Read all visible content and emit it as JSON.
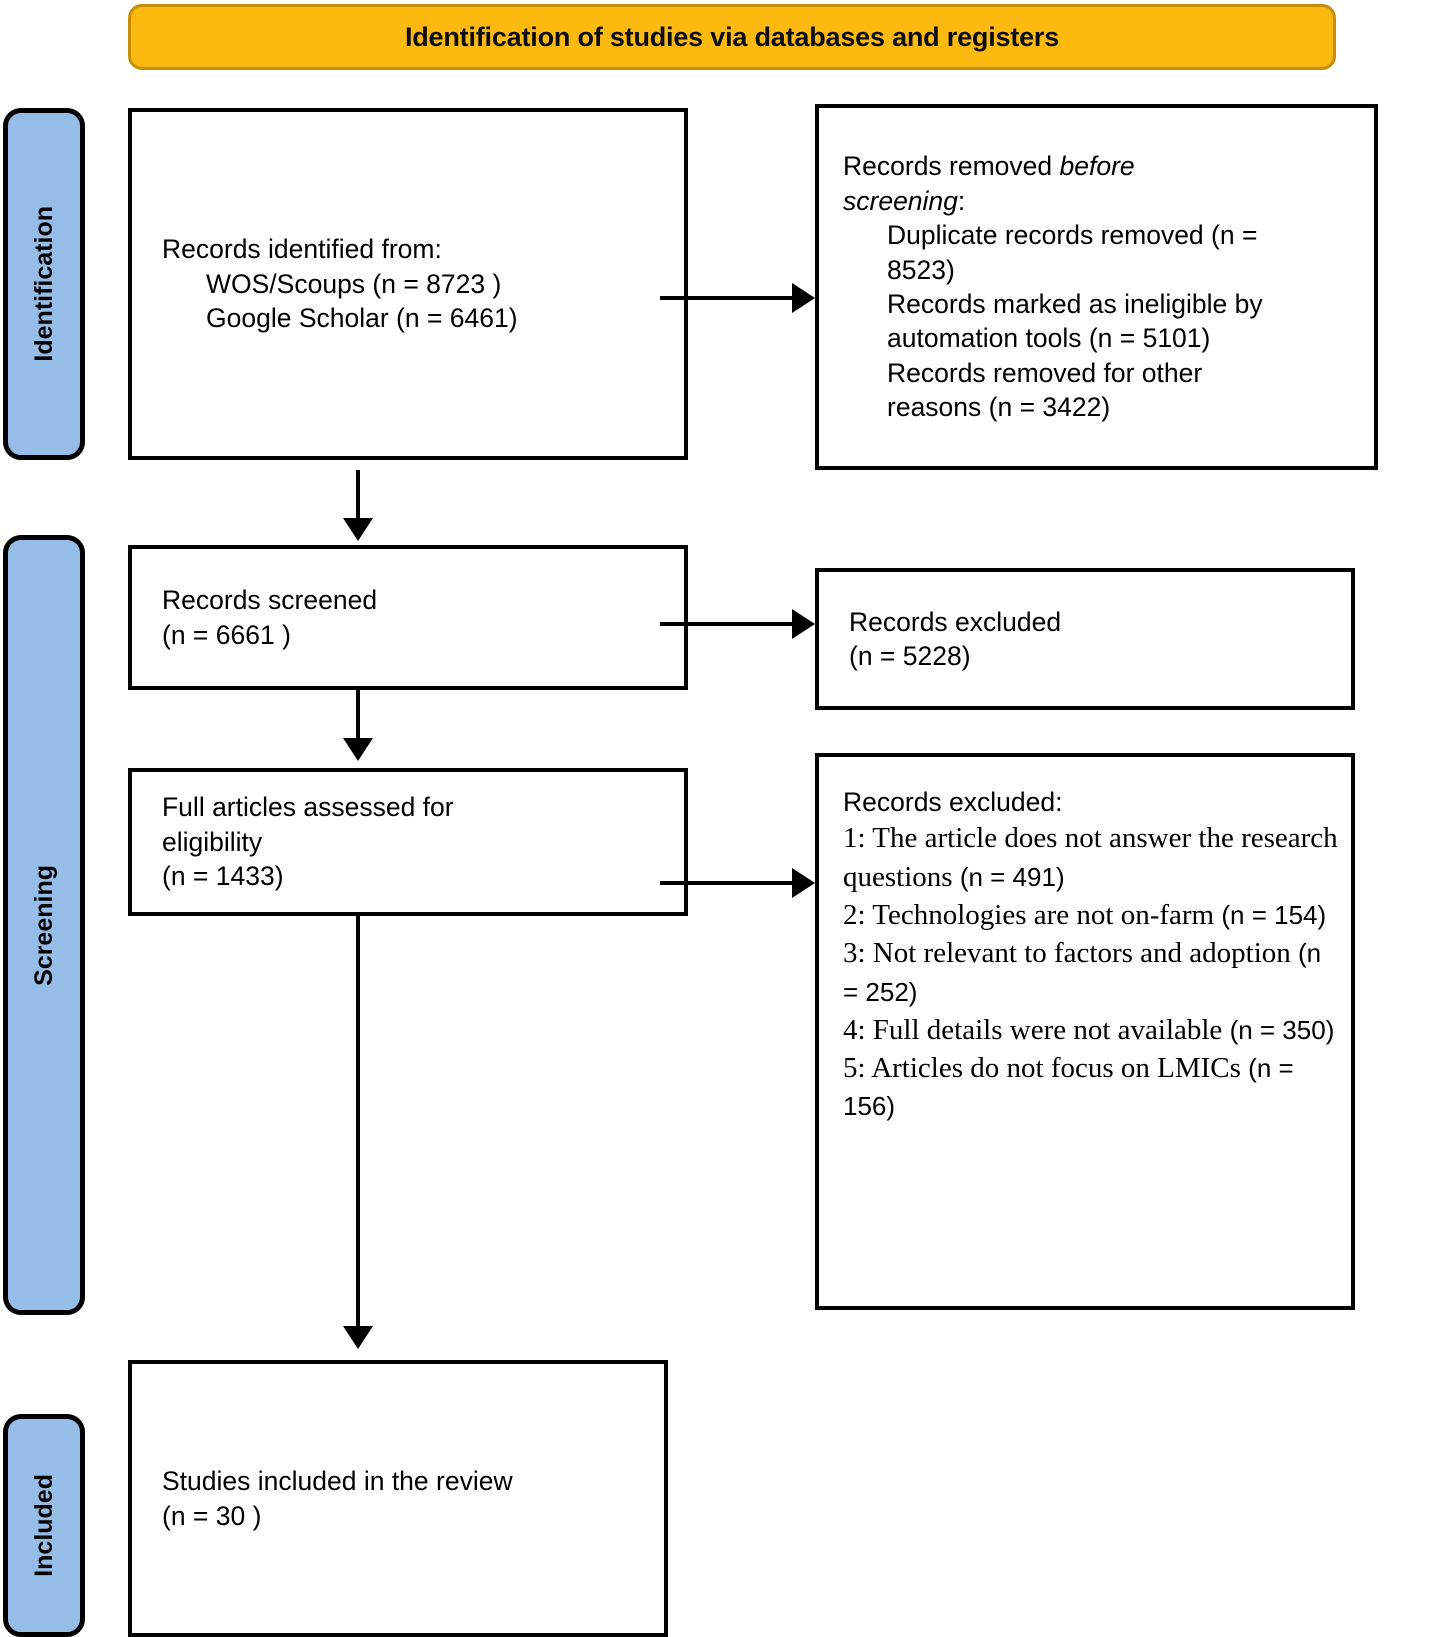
{
  "banner": {
    "title": "Identification of studies via databases and registers",
    "fill_color": "#FCBA10",
    "border_color": "#C98C04"
  },
  "stages": {
    "accent_color": "#95BDE8",
    "identification": "Identification",
    "screening": "Screening",
    "included": "Included"
  },
  "boxes": {
    "identified": {
      "line1": "Records identified from:",
      "line2": "WOS/Scoups (n = 8723 )",
      "line3": "Google Scholar (n = 6461)"
    },
    "removed_before_screening": {
      "line1_a": "Records removed ",
      "line1_b": "before",
      "line2_b": "screening",
      "line2_a": ":",
      "line3": "Duplicate records removed (n =",
      "line4": "8523)",
      "line5": "Records marked as ineligible by",
      "line6": "automation tools (n = 5101)",
      "line7": "Records removed for other",
      "line8": "reasons (n = 3422)"
    },
    "screened": {
      "line1": "Records screened",
      "line2": "(n = 6661 )"
    },
    "records_excluded_simple": {
      "line1": "Records excluded",
      "line2": "(n = 5228)"
    },
    "eligibility": {
      "line1": "Full articles assessed for",
      "line2": "eligibility",
      "line3": "(n = 1433)"
    },
    "records_excluded_detailed": {
      "heading": "Records excluded:",
      "reasons": [
        {
          "text": "1: The article does not answer the research questions ",
          "count": "(n = 491)"
        },
        {
          "text": "2: Technologies are not on-farm ",
          "count": "(n = 154)"
        },
        {
          "text": "3: Not relevant to factors and adoption ",
          "count": "(n = 252)"
        },
        {
          "text": "4: Full details were not available ",
          "count": "(n = 350)"
        },
        {
          "text": "5: Articles do not focus on LMICs ",
          "count": "(n = 156)"
        }
      ]
    },
    "included": {
      "line1": "Studies included in the review",
      "line2": "(n = 30 )"
    }
  }
}
